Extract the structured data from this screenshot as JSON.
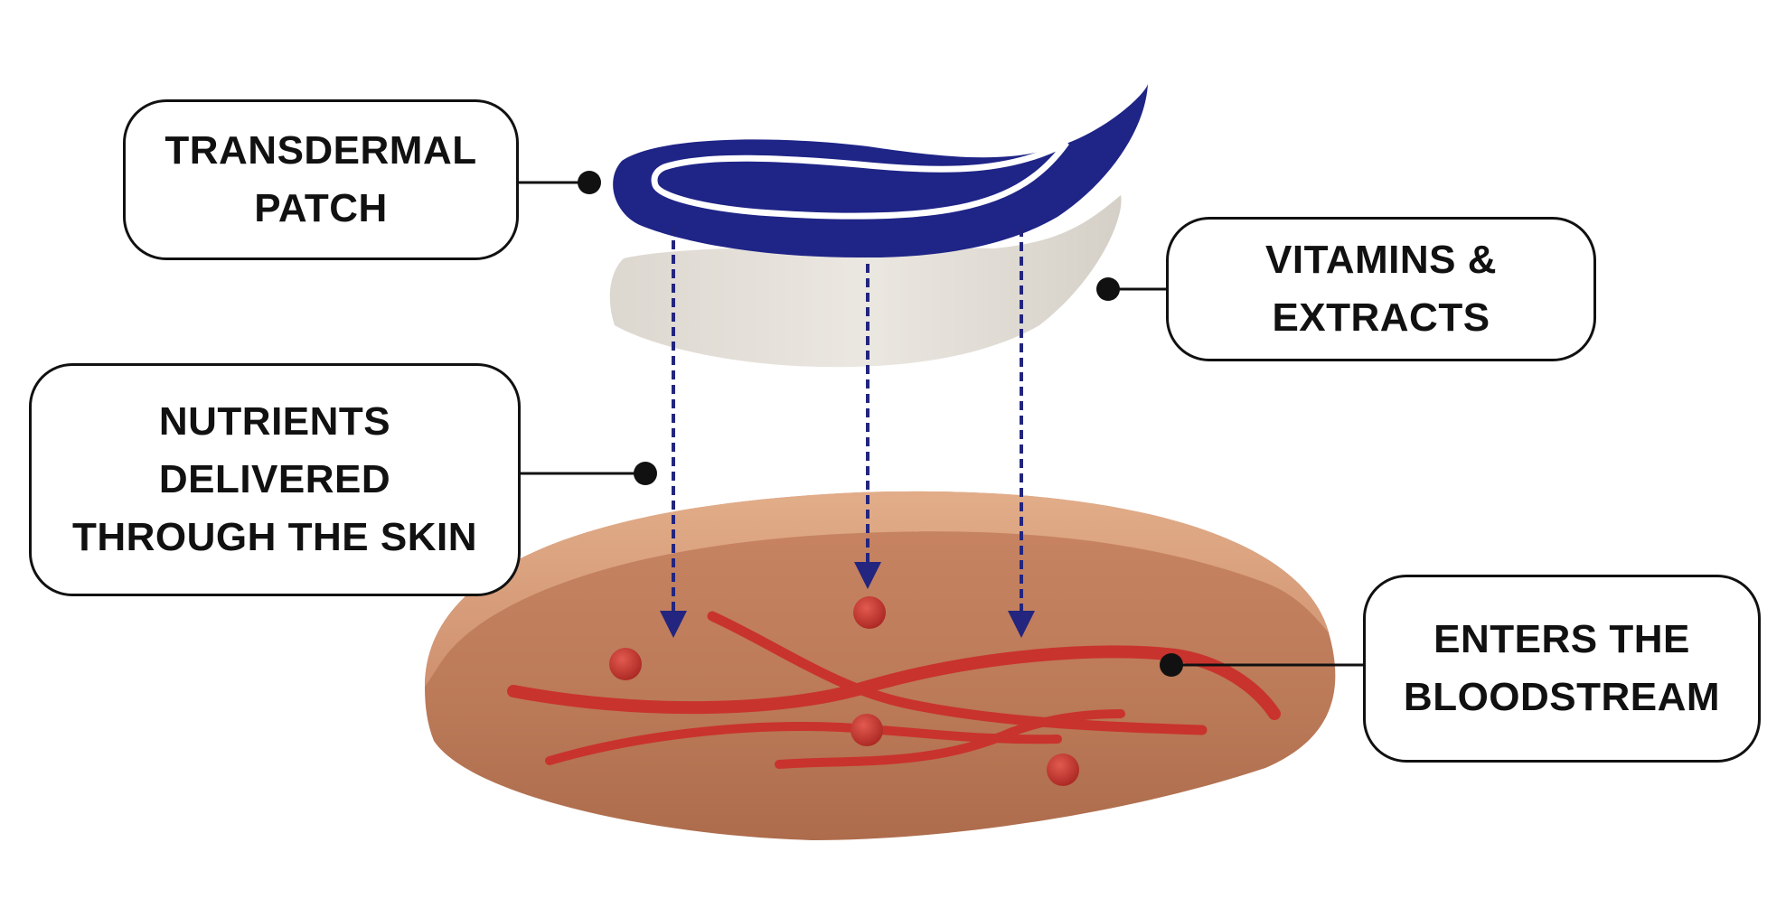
{
  "callouts": {
    "patch": {
      "lines": [
        "TRANSDERMAL",
        "PATCH"
      ]
    },
    "vitamins": {
      "lines": [
        "VITAMINS &",
        "EXTRACTS"
      ]
    },
    "nutrients": {
      "lines": [
        "NUTRIENTS",
        "DELIVERED",
        "THROUGH THE SKIN"
      ]
    },
    "blood": {
      "lines": [
        "ENTERS THE",
        "BLOODSTREAM"
      ]
    }
  },
  "colors": {
    "patch": "#1f2487",
    "arrow": "#23257e",
    "skin_top": "#d79b76",
    "skin_body": "#c47f5e",
    "vessel": "#c9332d",
    "layer": "#e6e2dc",
    "outline": "#111111"
  }
}
